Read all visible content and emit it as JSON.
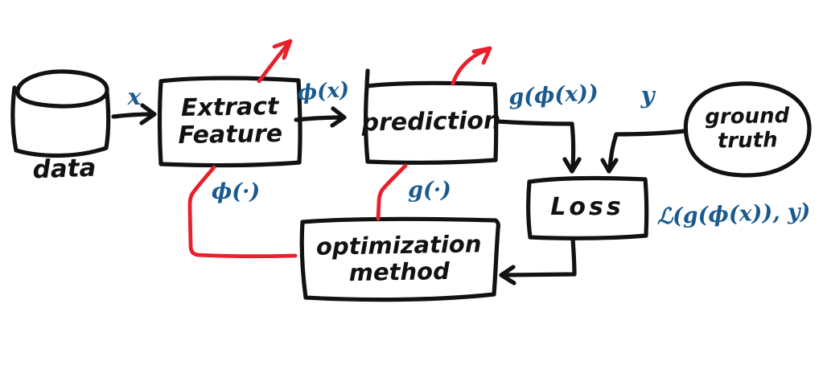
{
  "diagram": {
    "description": "hand-drawn machine learning training pipeline diagram",
    "colors": {
      "ink": "#121212",
      "red": "#e8202c",
      "blue": "#1b5a8e",
      "background": "#ffffff"
    },
    "nodes": {
      "data": {
        "label": "data",
        "shape": "cylinder"
      },
      "extract_feature": {
        "line1": "Extract",
        "line2": "Feature",
        "shape": "rect"
      },
      "prediction": {
        "label": "prediction",
        "shape": "rect"
      },
      "ground_truth": {
        "line1": "ground",
        "line2": "truth",
        "shape": "ellipse"
      },
      "loss": {
        "label": "Loss",
        "shape": "rect"
      },
      "optimization": {
        "line1": "optimization",
        "line2": "method",
        "shape": "rect"
      }
    },
    "labels": {
      "x": "x",
      "phi_x": "ϕ(x)",
      "g_phi_x": "g(ϕ(x))",
      "y": "y",
      "g_dot": "g(·)",
      "phi_dot": "ϕ(·)",
      "loss_expr": "ℒ(g(ϕ(x)), y)"
    }
  }
}
